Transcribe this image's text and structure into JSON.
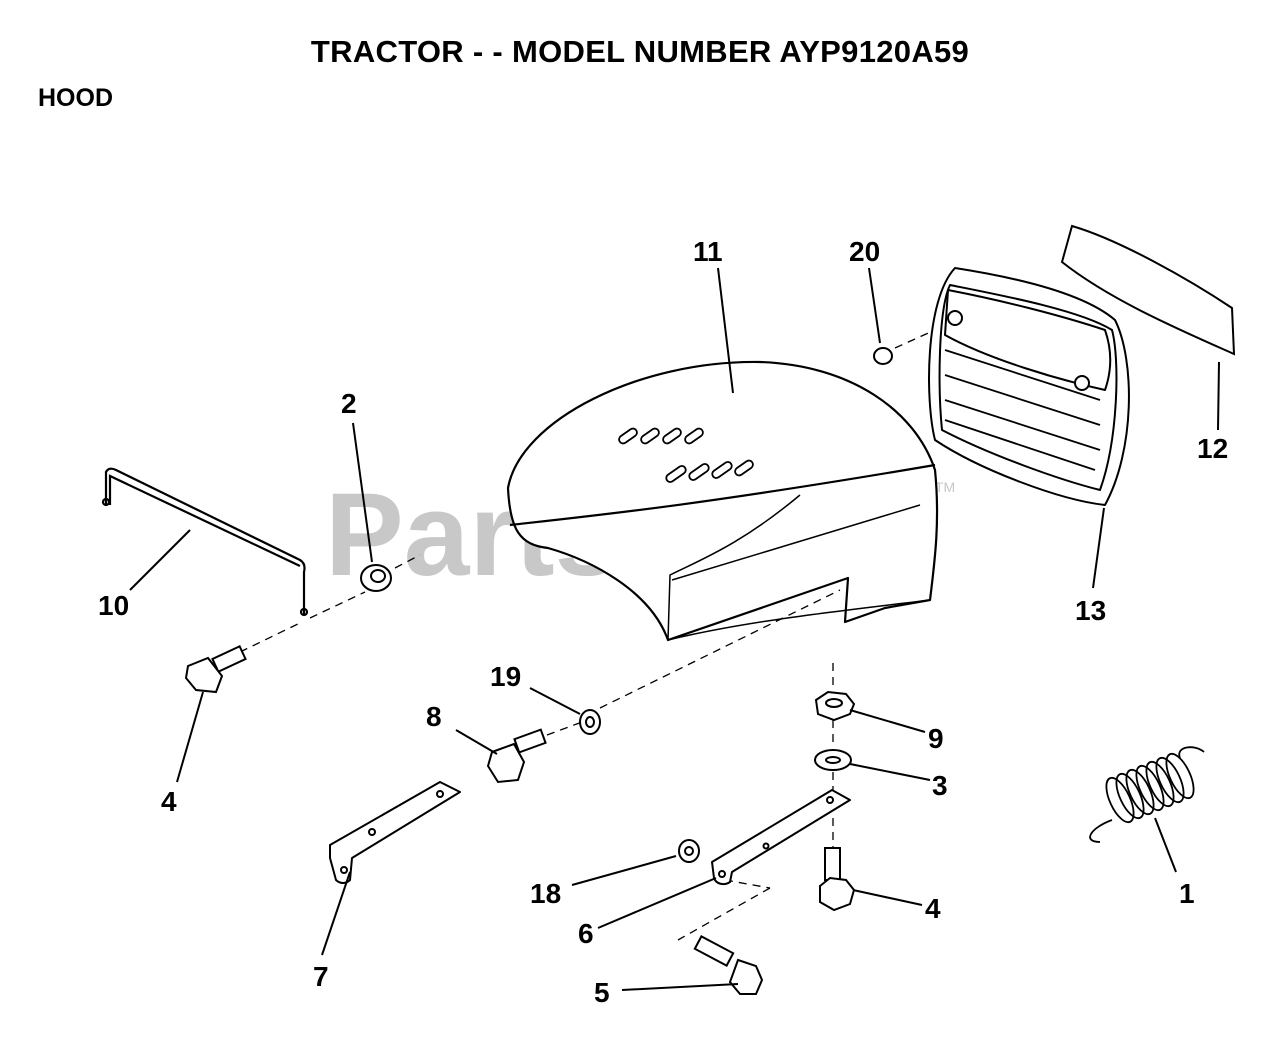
{
  "header": {
    "title": "TRACTOR - - MODEL NUMBER AYP9120A59",
    "section": "HOOD"
  },
  "watermark": {
    "text": "PartsTree",
    "mark": "TM"
  },
  "callouts": [
    "1",
    "2",
    "3",
    "4",
    "4",
    "5",
    "6",
    "7",
    "8",
    "9",
    "10",
    "11",
    "12",
    "13",
    "18",
    "19",
    "20"
  ],
  "colors": {
    "ink": "#000000",
    "watermark": "#c8c8c8",
    "background": "#ffffff"
  }
}
